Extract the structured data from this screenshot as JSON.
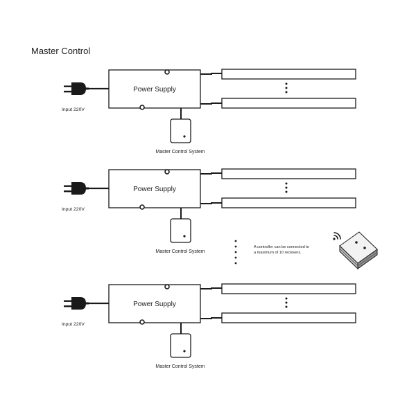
{
  "title": "Master Control",
  "units": [
    {
      "power_supply_label": "Power Supply",
      "input_label": "Input 220V",
      "controller_label": "Master Control System",
      "continuation": "⋮"
    },
    {
      "power_supply_label": "Power Supply",
      "input_label": "Input 220V",
      "controller_label": "Master Control System",
      "continuation": "⋮"
    },
    {
      "power_supply_label": "Power Supply",
      "input_label": "Input 220V",
      "controller_label": "Master Control System",
      "continuation": "⋮"
    }
  ],
  "note_line1": "A controller can be connected to",
  "note_line2": "a maximum of 10 receivers.",
  "icons": {
    "plug": "power-plug-icon",
    "wireless": "wireless-signal-icon",
    "remote": "wireless-remote-panel-icon"
  }
}
